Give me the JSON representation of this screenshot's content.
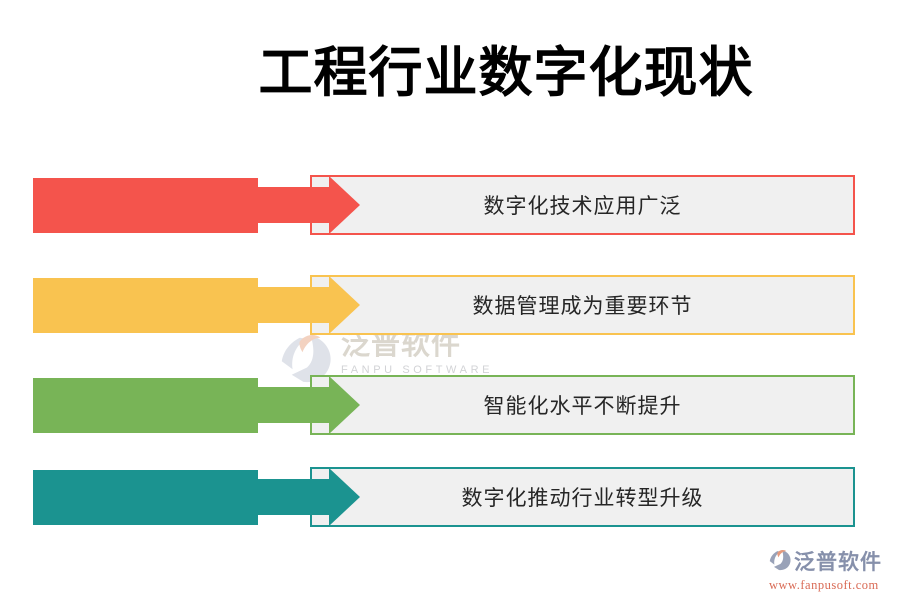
{
  "title": "工程行业数字化现状",
  "rows": [
    {
      "label": "数字化技术应用广泛",
      "color": "#f4544c"
    },
    {
      "label": "数据管理成为重要环节",
      "color": "#f9c350"
    },
    {
      "label": "智能化水平不断提升",
      "color": "#78b457"
    },
    {
      "label": "数字化推动行业转型升级",
      "color": "#1b9390"
    }
  ],
  "colors": {
    "box_fill": "#f0f0f0",
    "red": "#f4544c",
    "yellow": "#f9c350",
    "green": "#78b457",
    "teal": "#1b9390"
  },
  "watermark": {
    "name": "泛普软件",
    "subtitle": "FANPU SOFTWARE"
  },
  "footer": {
    "name": "泛普软件",
    "url": "www.fanpusoft.com"
  }
}
